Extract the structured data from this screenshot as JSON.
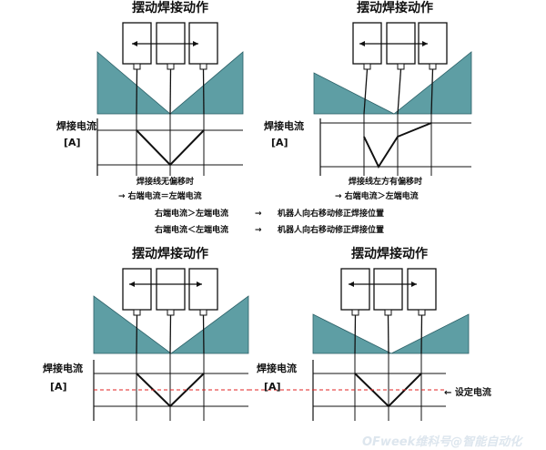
{
  "panels": [
    {
      "title": "摆动焊接动作",
      "ylabel": "焊接电流",
      "yunit": "[A]"
    },
    {
      "title": "摆动焊接动作",
      "ylabel": "焊接电流",
      "yunit": "[A]"
    },
    {
      "title": "摆动焊接动作",
      "ylabel": "焊接电流",
      "yunit": "[A]"
    },
    {
      "title": "摆动焊接动作",
      "ylabel": "焊接电流",
      "yunit": "[A]"
    }
  ],
  "captions": {
    "left_heading": "焊接线无偏移时",
    "left_result": "→ 右端电流＝左端电流",
    "right_heading": "焊接线左方有偏移时",
    "right_result": "→ 右端电流＞左端电流",
    "rule1_cond": "右端电流＞左端电流",
    "rule1_arrow": "→",
    "rule1_action": "机器人向右移动修正焊接位置",
    "rule2_cond": "右端电流＜左端电流",
    "rule2_arrow": "→",
    "rule2_action": "机器人向右移动修正焊接位置"
  },
  "setpoint_label": "← 设定电流",
  "watermark": "OFweek维科号@智能自动化",
  "colors": {
    "workpiece": "#5e9ea4",
    "line": "#111111",
    "setpoint": "#e02020"
  }
}
